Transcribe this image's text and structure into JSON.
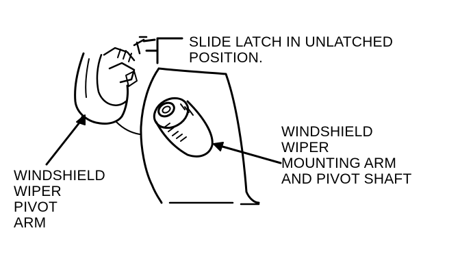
{
  "labels": {
    "slide_latch": [
      "SLIDE LATCH IN UNLATCHED",
      "POSITION."
    ],
    "mounting_arm": [
      "WINDSHIELD",
      "WIPER",
      "MOUNTING ARM",
      "AND PIVOT SHAFT"
    ],
    "pivot_arm": [
      "WINDSHIELD",
      "WIPER",
      "PIVOT",
      "ARM"
    ]
  },
  "colors": {
    "ink": "#000000",
    "paper": "#ffffff"
  }
}
